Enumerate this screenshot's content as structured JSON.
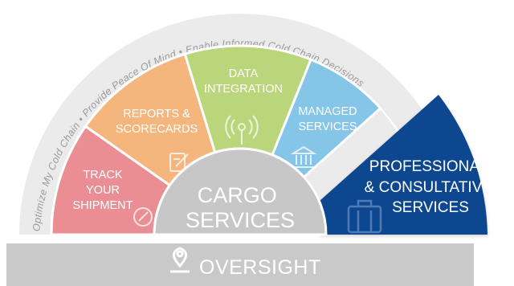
{
  "arc_banner": {
    "text": "Optimize My Cold Chain  •  Provide Peace Of Mind  •  Enable Informed Cold Chain Decisions"
  },
  "segments": [
    {
      "lines": [
        "TRACK",
        "YOUR",
        "SHIPMENT"
      ],
      "icon": "compass-icon",
      "color": "#ea8e93"
    },
    {
      "lines": [
        "REPORTS &",
        "SCORECARDS"
      ],
      "icon": "scorecard-edit-icon",
      "color": "#f5b67e"
    },
    {
      "lines": [
        "DATA",
        "INTEGRATION"
      ],
      "icon": "signal-antenna-icon",
      "color": "#b9d67a"
    },
    {
      "lines": [
        "MANAGED",
        "SERVICES"
      ],
      "icon": "bank-building-icon",
      "color": "#85c6e8"
    }
  ],
  "professional": {
    "lines": [
      "PROFESSIONAL",
      "& CONSULTATIVE",
      "SERVICES"
    ],
    "icon": "briefcase-icon",
    "color": "#0e4790"
  },
  "center": {
    "lines": [
      "CARGO",
      "SERVICES"
    ],
    "color": "#c7c7c7"
  },
  "base": {
    "label": "OVERSIGHT",
    "icon": "location-person-icon",
    "color": "#c9c9c9"
  }
}
